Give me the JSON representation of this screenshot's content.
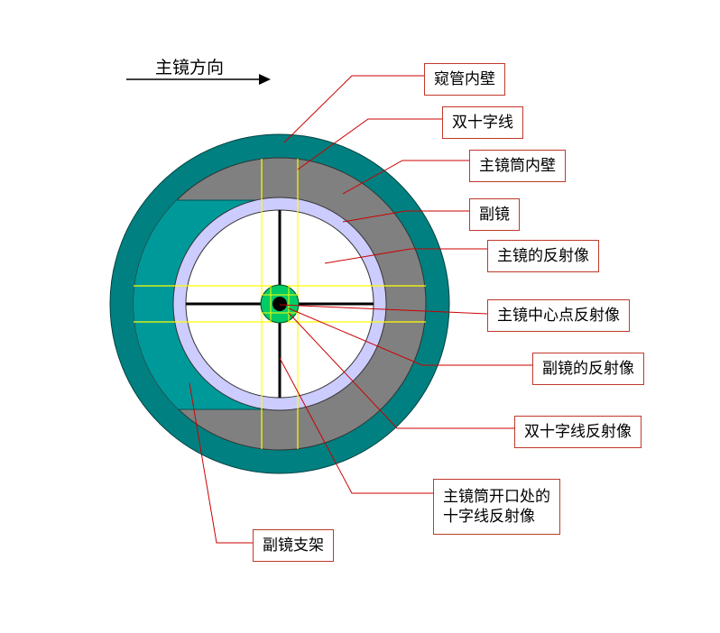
{
  "title": "主镜方向",
  "labels": {
    "peek_tube_wall": "窥管内壁",
    "double_cross": "双十字线",
    "main_tube_wall": "主镜筒内壁",
    "secondary_mirror": "副镜",
    "main_mirror_reflection": "主镜的反射像",
    "main_center_reflection": "主镜中心点反射像",
    "secondary_reflection": "副镜的反射像",
    "double_cross_reflection": "双十字线反射像",
    "tube_opening_cross_line1": "主镜筒开口处的",
    "tube_opening_cross_line2": "十字线反射像",
    "secondary_support": "副镜支架"
  },
  "colors": {
    "outer_ring": "#008080",
    "main_tube": "#808080",
    "support": "#009999",
    "secondary_ring": "#ccccff",
    "center_dot": "#00cc66",
    "cross_line": "#ffff00",
    "leader": "#cc0000"
  }
}
